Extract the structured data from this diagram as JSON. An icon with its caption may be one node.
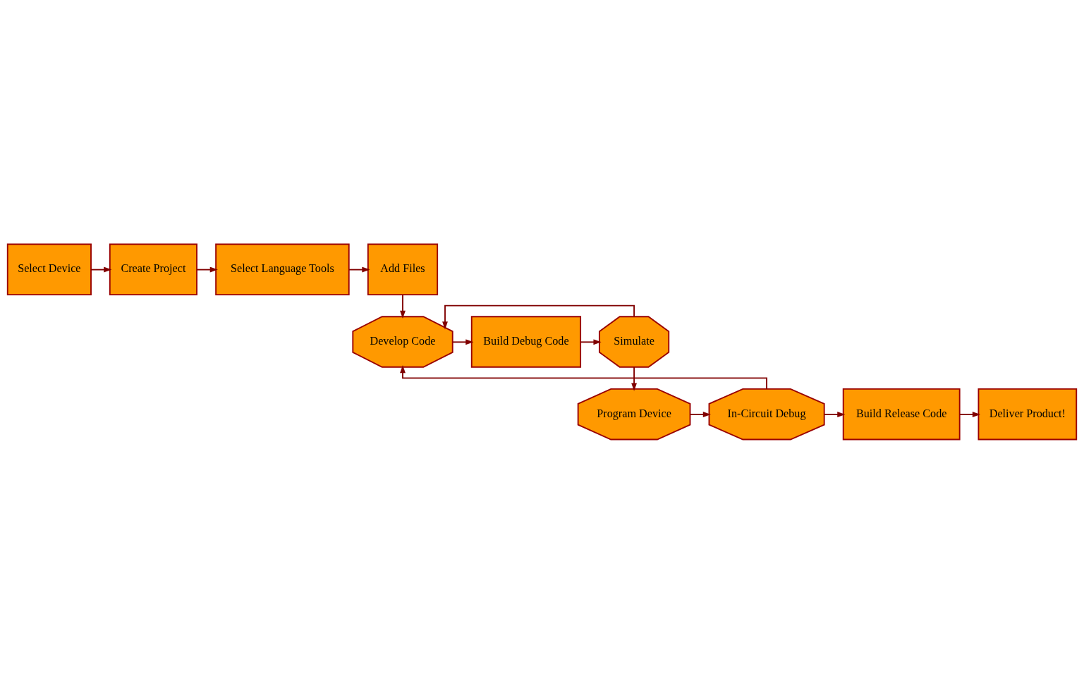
{
  "diagram": {
    "nodes": [
      {
        "text": [
          "Select Device"
        ]
      },
      {
        "text": [
          "Create Project"
        ]
      },
      {
        "text": [
          "Select Language Tools"
        ]
      },
      {
        "text": [
          "Add Files"
        ]
      },
      {
        "text": [
          "Develop Code"
        ]
      },
      {
        "text": [
          "Build Debug Code"
        ]
      },
      {
        "text": [
          "Simulate"
        ]
      },
      {
        "text": [
          "Program Device"
        ]
      },
      {
        "text": [
          "In-Circuit Debug"
        ]
      },
      {
        "text": [
          "Build Release Code"
        ]
      },
      {
        "text": [
          "Deliver Product!"
        ]
      }
    ],
    "edges": [
      {
        "from": 0,
        "to": 1,
        "arrow": "to"
      },
      {
        "from": 1,
        "to": 2,
        "arrow": "to"
      },
      {
        "from": 2,
        "to": 3,
        "arrow": "to"
      },
      {
        "from": 3,
        "to": 4,
        "arrow": "to"
      },
      {
        "from": 4,
        "to": 5,
        "arrow": "to"
      },
      {
        "from": 5,
        "to": 6,
        "arrow": "to"
      },
      {
        "from": 6,
        "to": 4,
        "arrow": "to"
      },
      {
        "from": 6,
        "to": 7,
        "arrow": "to"
      },
      {
        "from": 7,
        "to": 8,
        "arrow": "to"
      },
      {
        "from": 8,
        "to": 4,
        "arrow": "to"
      },
      {
        "from": 8,
        "to": 9,
        "arrow": "to"
      },
      {
        "from": 9,
        "to": 10,
        "arrow": "to"
      }
    ]
  }
}
